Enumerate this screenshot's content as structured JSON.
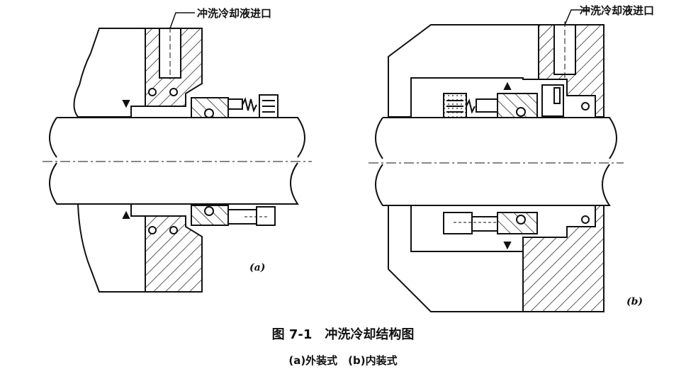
{
  "labels": {
    "coolant_inlet_a": "冲洗冷却液进口",
    "coolant_inlet_b": "冲洗冷却液进口",
    "panel_a": "(a)",
    "panel_b": "(b)"
  },
  "caption": {
    "title": "图 7-1　冲洗冷却结构图",
    "subtitle": "(a)外装式　(b)内装式"
  },
  "colors": {
    "ink": "#111111",
    "paper": "#ffffff"
  }
}
